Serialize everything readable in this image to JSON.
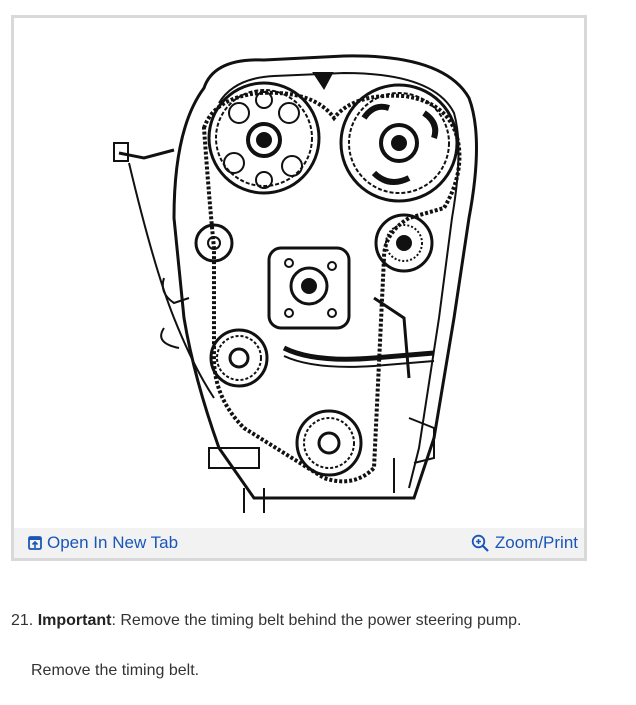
{
  "figure": {
    "image_icon": "timing-belt-engine-diagram",
    "open_tab_label": "Open In New Tab",
    "open_tab_icon": "open-new-tab-icon",
    "zoom_label": "Zoom/Print",
    "zoom_icon": "zoom-magnifier-icon",
    "link_color": "#1a56b8"
  },
  "steps": [
    {
      "number": "21.",
      "emphasis": "Important",
      "text": ": Remove the timing belt behind the power steering pump."
    }
  ],
  "substep": "Remove the timing belt."
}
